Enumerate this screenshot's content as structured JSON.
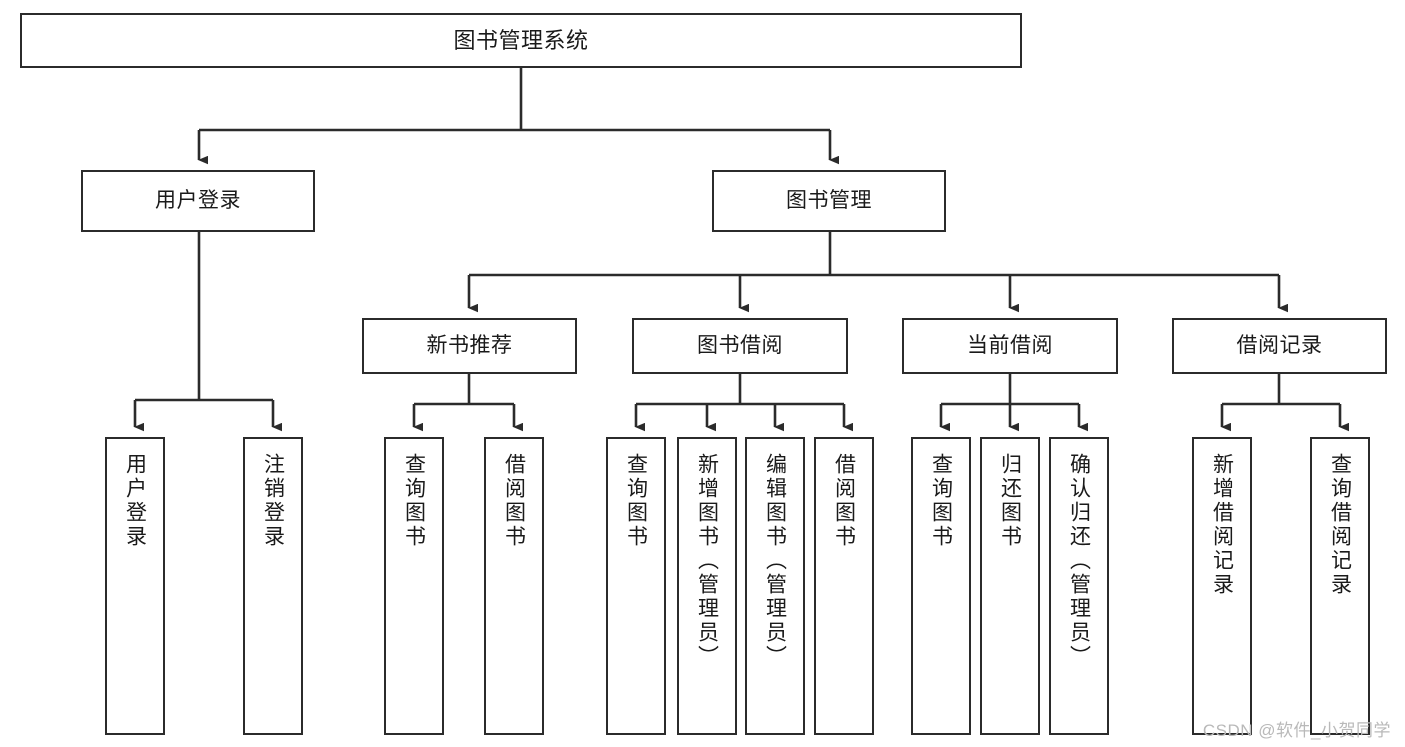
{
  "diagram": {
    "title": "图书管理系统",
    "type": "tree-hierarchy-chart",
    "colors": {
      "box_border": "#2b2b2b",
      "box_fill": "#ffffff",
      "edge": "#2b2b2b",
      "text": "#1a1a1a",
      "watermark": "#b9b9b9",
      "background": "#ffffff"
    },
    "root": {
      "label": "图书管理系统"
    },
    "level2": [
      {
        "label": "用户登录"
      },
      {
        "label": "图书管理"
      }
    ],
    "level3": [
      {
        "label": "新书推荐"
      },
      {
        "label": "图书借阅"
      },
      {
        "label": "当前借阅"
      },
      {
        "label": "借阅记录"
      }
    ],
    "leaves": {
      "user_login": [
        {
          "label": "用户登录"
        },
        {
          "label": "注销登录"
        }
      ],
      "new_book_recommend": [
        {
          "label": "查询图书"
        },
        {
          "label": "借阅图书"
        }
      ],
      "book_borrow": [
        {
          "label": "查询图书"
        },
        {
          "label": "新增图书（管理员）"
        },
        {
          "label": "编辑图书（管理员）"
        },
        {
          "label": "借阅图书"
        }
      ],
      "current_borrow": [
        {
          "label": "查询图书"
        },
        {
          "label": "归还图书"
        },
        {
          "label": "确认归还（管理员）"
        }
      ],
      "borrow_record": [
        {
          "label": "新增借阅记录"
        },
        {
          "label": "查询借阅记录"
        }
      ]
    },
    "watermark": "CSDN @软件_小贺同学"
  }
}
